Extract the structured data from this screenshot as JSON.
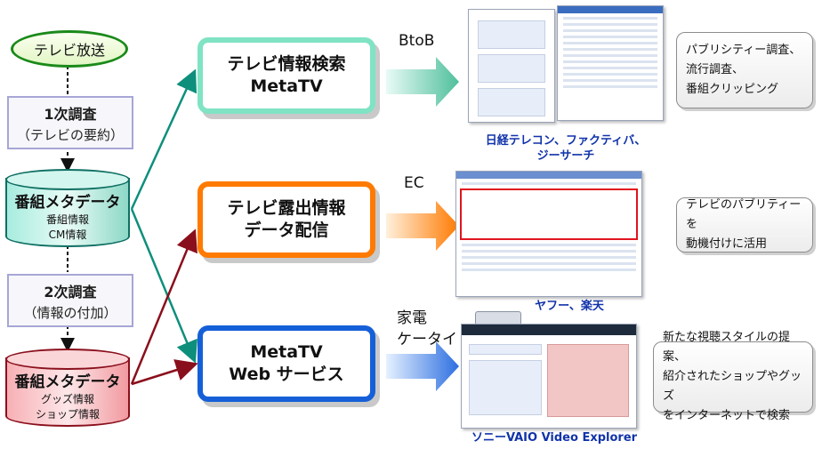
{
  "source": {
    "label": "テレビ放送"
  },
  "survey1": {
    "title": "1次調査",
    "subtitle": "（テレビの要約）"
  },
  "survey2": {
    "title": "2次調査",
    "subtitle": "（情報の付加）"
  },
  "meta1": {
    "title": "番組メタデータ",
    "lines": [
      "番組情報",
      "CM情報"
    ]
  },
  "meta2": {
    "title": "番組メタデータ",
    "lines": [
      "グッズ情報",
      "ショップ情報"
    ]
  },
  "services": [
    {
      "line1": "テレビ情報検索",
      "line2": "MetaTV",
      "tag": "BtoB"
    },
    {
      "line1": "テレビ露出情報",
      "line2": "データ配信",
      "tag": "EC"
    },
    {
      "line1": "MetaTV",
      "line2": "Web サービス",
      "tag_line1": "家電",
      "tag_line2": "ケータイ"
    }
  ],
  "captions": {
    "btob": [
      "日経テレコン、ファクティバ、",
      "ジーサーチ"
    ],
    "ec": "ヤフー、楽天",
    "web": "ソニーVAIO Video Explorer"
  },
  "notes": [
    [
      "パブリシティー調査、",
      "流行調査、",
      "番組クリッピング"
    ],
    [
      "テレビのパブリティーを",
      "動機付けに活用"
    ],
    [
      "新たな視聴スタイルの提案、",
      "紹介されたショップやグッズ",
      "をインターネットで検索"
    ]
  ],
  "colors": {
    "teal": "#0e8f7c",
    "red": "#8a0f1c",
    "green_box": "#7fe3c4",
    "orange_box": "#ff7a00",
    "blue_box": "#1560d8"
  }
}
